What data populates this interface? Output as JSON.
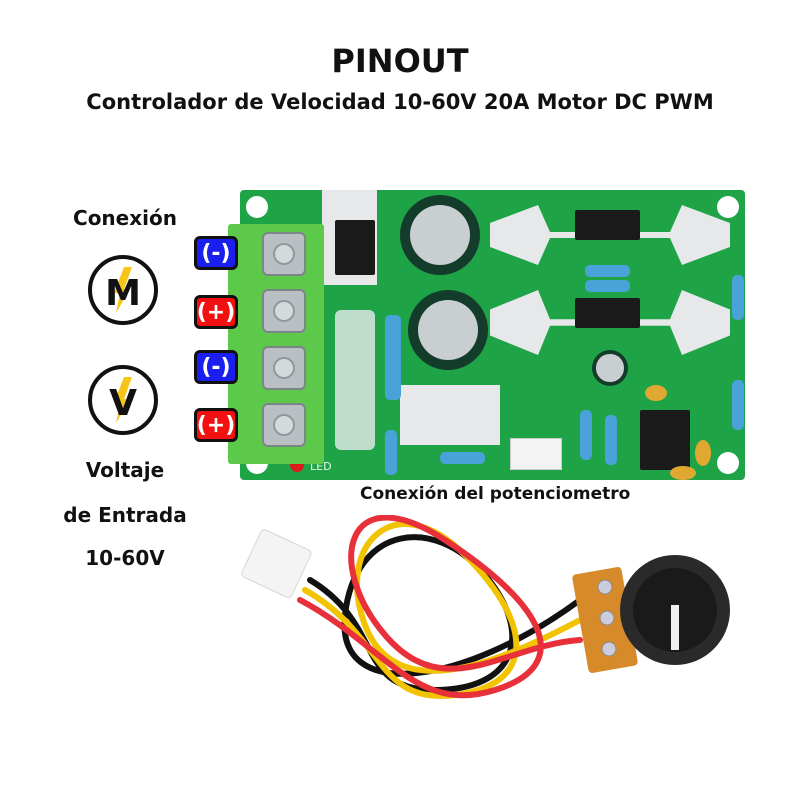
{
  "header": {
    "title": "PINOUT",
    "subtitle": "Controlador de Velocidad 10-60V 20A Motor DC PWM"
  },
  "left_panel": {
    "motor_label": "Conexión",
    "motor_icon_letter": "M",
    "voltage_icon_letter": "V",
    "voltage_label_line1": "Voltaje",
    "voltage_label_line2": "de Entrada",
    "voltage_label_line3": "10-60V"
  },
  "pins": [
    {
      "label": "(-)",
      "polarity": "negative",
      "color": "#1a1ff0",
      "group": "motor"
    },
    {
      "label": "(+)",
      "polarity": "positive",
      "color": "#f21010",
      "group": "motor"
    },
    {
      "label": "(-)",
      "polarity": "negative",
      "color": "#1a1ff0",
      "group": "input-voltage"
    },
    {
      "label": "(+)",
      "polarity": "positive",
      "color": "#f21010",
      "group": "input-voltage"
    }
  ],
  "board": {
    "led_silkscreen": "LED",
    "pcb_color": "#1fa347"
  },
  "potentiometer": {
    "label": "Conexión del potenciometro",
    "wire_colors": [
      "#111111",
      "#f2c300",
      "#e8303a"
    ]
  },
  "colors": {
    "accent_yellow": "#f5c518",
    "text": "#111111"
  }
}
